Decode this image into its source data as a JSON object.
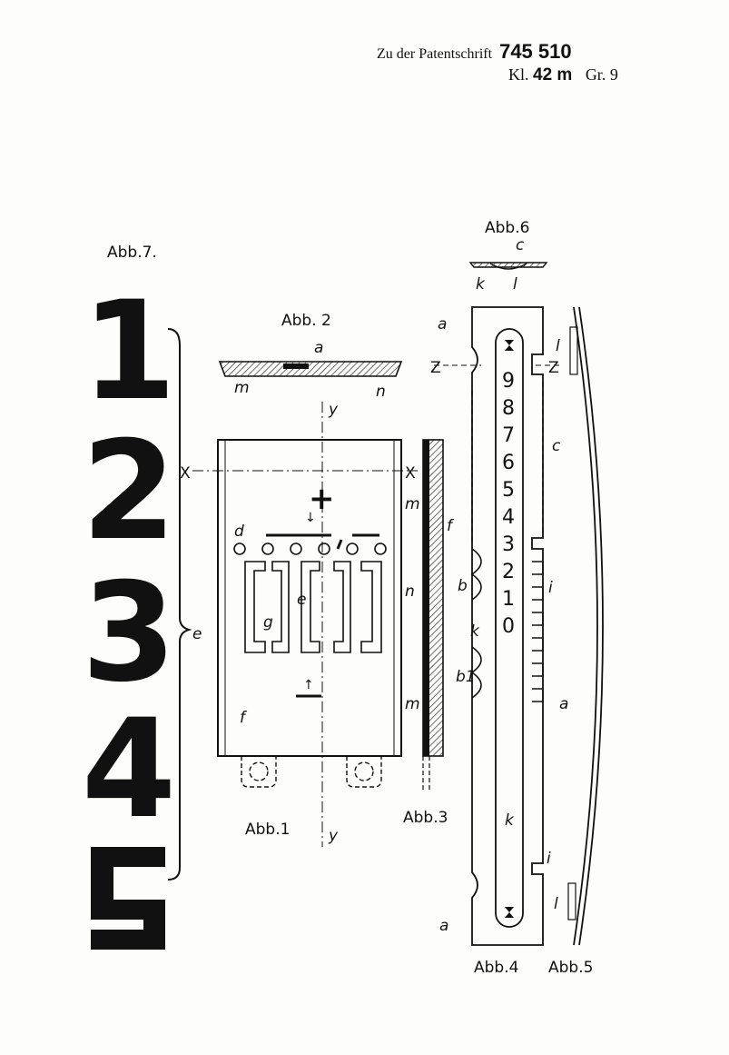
{
  "header": {
    "prefix": "Zu der Patentschrift",
    "patent_number": "745 510",
    "class_label": "Kl.",
    "class_number": "42 m",
    "group_label": "Gr.",
    "group_number": "9"
  },
  "figures": {
    "fig1": "Abb.1",
    "fig2": "Abb. 2",
    "fig3": "Abb.3",
    "fig4": "Abb.4",
    "fig5": "Abb.5",
    "fig6": "Abb.6",
    "fig7": "Abb.7."
  },
  "fig7_glyphs": [
    "1",
    "2",
    "3",
    "4",
    "5"
  ],
  "scale_digits": [
    "9",
    "8",
    "7",
    "6",
    "5",
    "4",
    "3",
    "2",
    "1",
    "0"
  ],
  "labels": {
    "a": "a",
    "b": "b",
    "b1": "b1",
    "c": "c",
    "d": "d",
    "e": "e",
    "f": "f",
    "g": "g",
    "i": "i",
    "k": "k",
    "l": "l",
    "m": "m",
    "n": "n",
    "x": "X",
    "y": "y",
    "z": "Z"
  },
  "symbols": {
    "plus": "+",
    "arrow_down": "↓",
    "arrow_up": "↑"
  }
}
